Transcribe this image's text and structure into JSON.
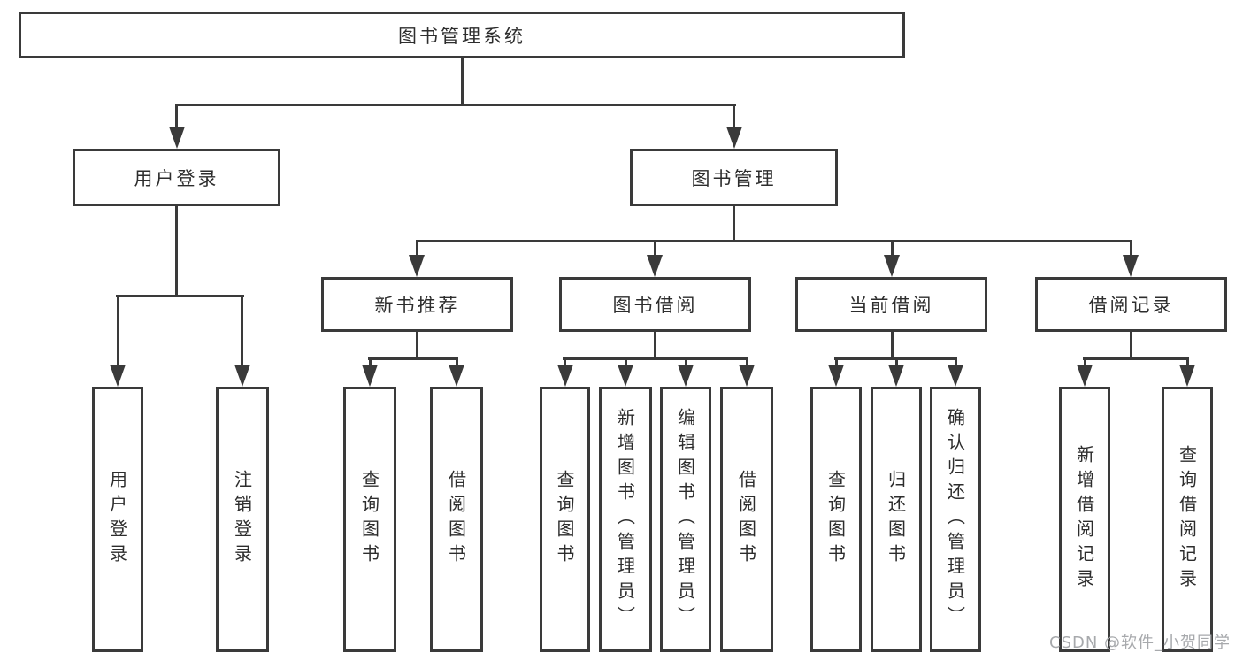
{
  "diagram": {
    "root": {
      "label": "图书管理系统"
    },
    "branches": [
      {
        "label": "用户登录",
        "children": [
          {
            "label": "用户登录"
          },
          {
            "label": "注销登录"
          }
        ]
      },
      {
        "label": "图书管理",
        "children": [
          {
            "label": "新书推荐",
            "children": [
              {
                "label": "查询图书"
              },
              {
                "label": "借阅图书"
              }
            ]
          },
          {
            "label": "图书借阅",
            "children": [
              {
                "label": "查询图书"
              },
              {
                "label": "新增图书（管理员）"
              },
              {
                "label": "编辑图书（管理员）"
              },
              {
                "label": "借阅图书"
              }
            ]
          },
          {
            "label": "当前借阅",
            "children": [
              {
                "label": "查询图书"
              },
              {
                "label": "归还图书"
              },
              {
                "label": "确认归还（管理员）"
              }
            ]
          },
          {
            "label": "借阅记录",
            "children": [
              {
                "label": "新增借阅记录"
              },
              {
                "label": "查询借阅记录"
              }
            ]
          }
        ]
      }
    ],
    "watermark": {
      "text": "CSDN @软件_小贺同学"
    },
    "colors": {
      "line": "#3a3a3a",
      "box_border": "#3a3a3a",
      "text": "#2d2d2d",
      "watermark": "#a7a9ac",
      "background": "#ffffff"
    }
  }
}
